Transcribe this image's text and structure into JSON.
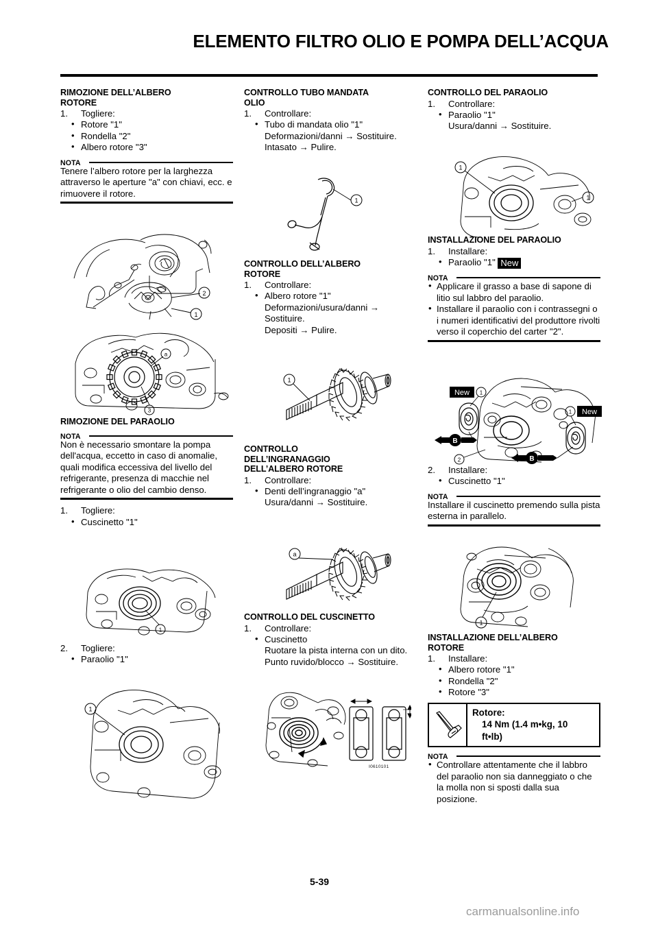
{
  "header": {
    "title": "ELEMENTO FILTRO OLIO E POMPA DELL’ACQUA"
  },
  "footer": {
    "page_number": "5-39",
    "watermark": "carmanualsonline.info"
  },
  "figure_code": "I0610101",
  "columns": {
    "col1": {
      "sections": [
        {
          "heading_line1": "RIMOZIONE DELL’ALBERO",
          "heading_line2": "ROTORE",
          "step_num": "1.",
          "step_label": "Togliere:",
          "bullets": [
            "Rotore \"1\"",
            "Rondella \"2\"",
            "Albero rotore \"3\""
          ],
          "note_label": "NOTA",
          "note_text": "Tenere l’albero rotore per la larghezza attraverso le aperture \"a\" con chiavi, ecc. e rimuovere il rotore."
        },
        {
          "heading_line1": "RIMOZIONE DEL PARAOLIO",
          "note_label": "NOTA",
          "note_text": "Non è necessario smontare la pompa dell'acqua, eccetto in caso di anomalie, quali modifica eccessiva del livello del refrigerante, presenza di macchie nel refrigerante o olio del cambio denso.",
          "step1_num": "1.",
          "step1_label": "Togliere:",
          "step1_bullets": [
            "Cuscinetto \"1\""
          ],
          "step2_num": "2.",
          "step2_label": "Togliere:",
          "step2_bullets": [
            "Paraolio \"1\""
          ]
        }
      ]
    },
    "col2": {
      "sections": [
        {
          "heading_line1": "CONTROLLO TUBO MANDATA",
          "heading_line2": "OLIO",
          "step_num": "1.",
          "step_label": "Controllare:",
          "bullet_main": "Tubo di mandata olio \"1\"",
          "bullet_subs": [
            "Deformazioni/danni → Sostituire.",
            "Intasato → Pulire."
          ]
        },
        {
          "heading_line1": "CONTROLLO DELL’ALBERO",
          "heading_line2": "ROTORE",
          "step_num": "1.",
          "step_label": "Controllare:",
          "bullet_main": "Albero rotore \"1\"",
          "bullet_subs": [
            "Deformazioni/usura/danni → Sostituire.",
            "Depositi → Pulire."
          ]
        },
        {
          "heading_line1": "CONTROLLO",
          "heading_line2": "DELL’INGRANAGGIO",
          "heading_line3": "DELL’ALBERO ROTORE",
          "step_num": "1.",
          "step_label": "Controllare:",
          "bullet_main": "Denti dell’ingranaggio \"a\"",
          "bullet_subs": [
            "Usura/danni → Sostituire."
          ]
        },
        {
          "heading_line1": "CONTROLLO DEL CUSCINETTO",
          "step_num": "1.",
          "step_label": "Controllare:",
          "bullet_main": "Cuscinetto",
          "bullet_subs": [
            "Ruotare la pista interna con un dito.",
            "Punto ruvido/blocco → Sostituire."
          ]
        }
      ]
    },
    "col3": {
      "sections": [
        {
          "heading_line1": "CONTROLLO DEL PARAOLIO",
          "step_num": "1.",
          "step_label": "Controllare:",
          "bullet_main": "Paraolio \"1\"",
          "bullet_subs": [
            "Usura/danni → Sostituire."
          ]
        },
        {
          "heading_line1": "INSTALLAZIONE DEL PARAOLIO",
          "step_num": "1.",
          "step_label": "Installare:",
          "bullet_main": "Paraolio \"1\"",
          "bullet_badge": "New",
          "note_label": "NOTA",
          "note_items": [
            "Applicare il grasso a base di sapone di litio sul labbro del paraolio.",
            "Installare il paraolio con i contrassegni o i numeri identificativi del produttore rivolti verso il coperchio del carter \"2\"."
          ]
        },
        {
          "step2_num": "2.",
          "step2_label": "Installare:",
          "step2_bullets": [
            "Cuscinetto \"1\""
          ],
          "note_label": "NOTA",
          "note_text": "Installare il cuscinetto premendo sulla pista esterna in parallelo."
        },
        {
          "heading_line1": "INSTALLAZIONE DELL’ALBERO",
          "heading_line2": "ROTORE",
          "step_num": "1.",
          "step_label": "Installare:",
          "bullets": [
            "Albero rotore \"1\"",
            "Rondella \"2\"",
            "Rotore \"3\""
          ],
          "torque": {
            "name": "Rotore:",
            "value": "14 Nm (1.4 m•kg, 10",
            "value2": "ft•lb)"
          },
          "note_label": "NOTA",
          "note_items": [
            "Controllare attentamente che il labbro del paraolio non sia danneggiato o che la molla non si sposti dalla sua posizione."
          ]
        }
      ]
    }
  },
  "callouts": {
    "one": "1",
    "two": "2",
    "three": "3",
    "a": "a",
    "b": "B",
    "new": "New"
  }
}
